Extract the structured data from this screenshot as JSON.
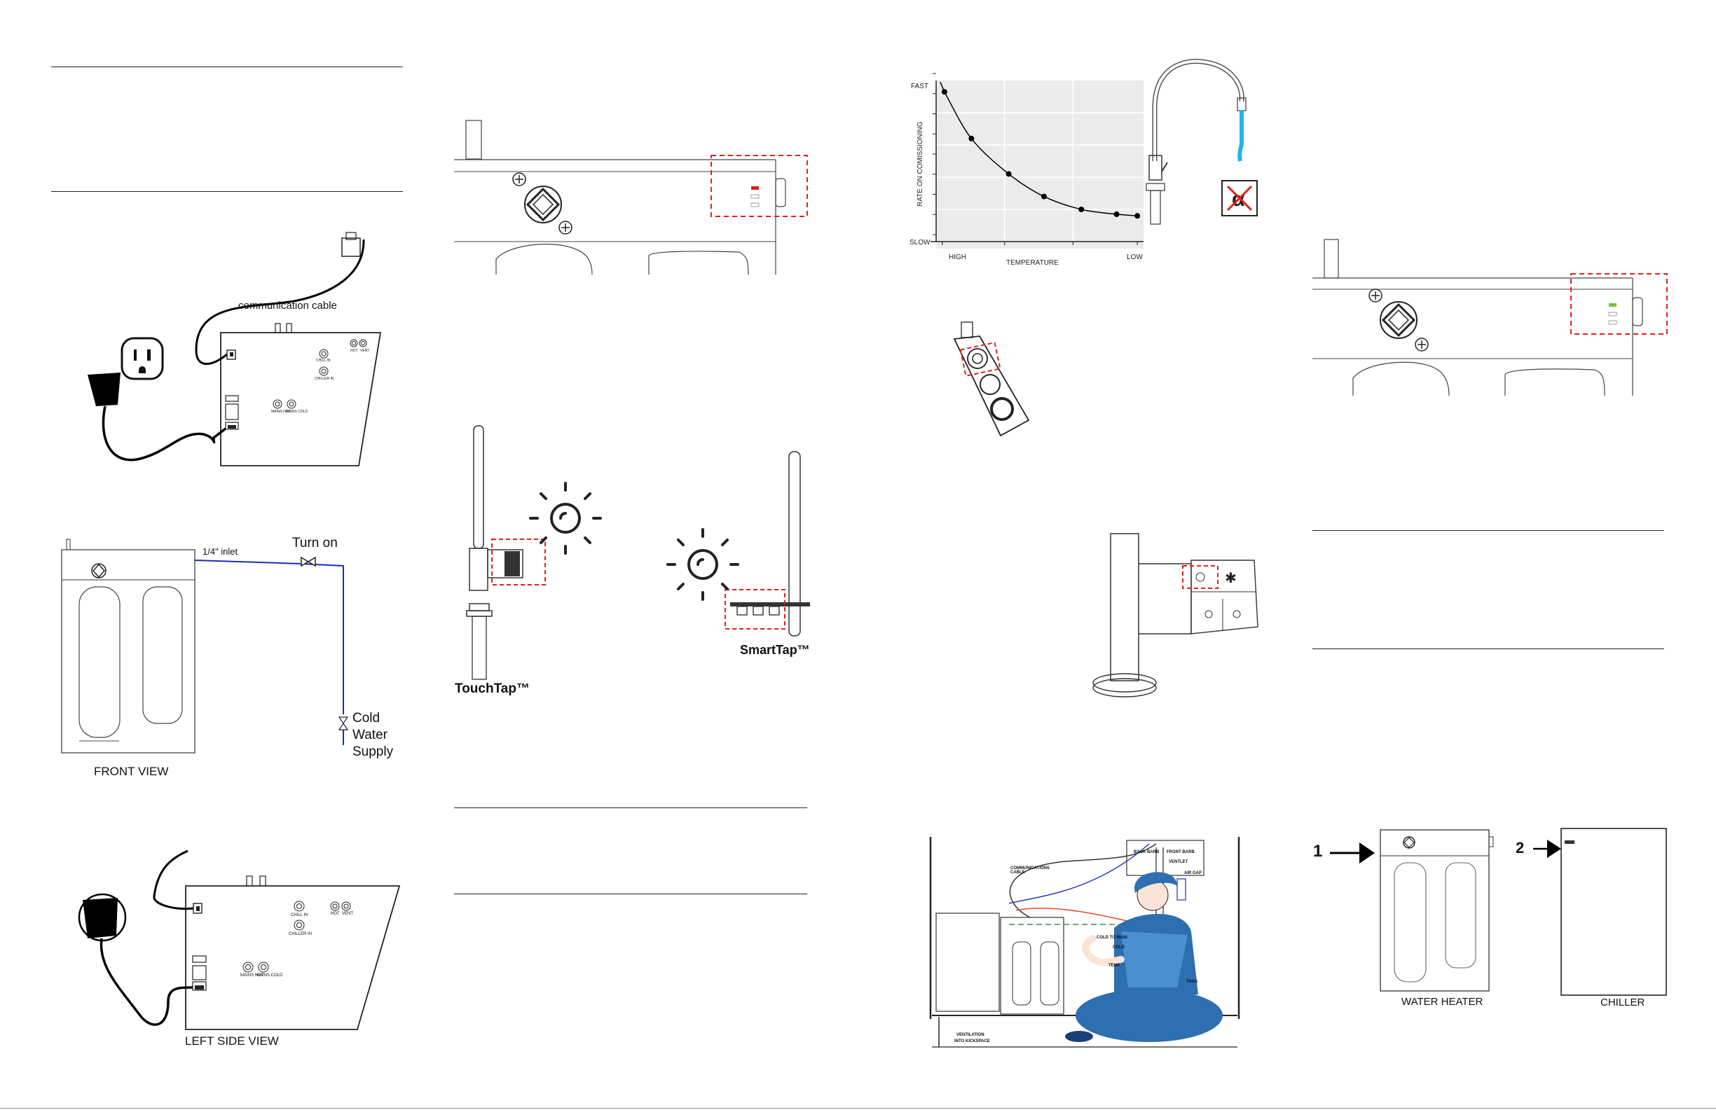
{
  "panel1": {
    "communication_cable_label": "communication cable",
    "heater_ports": [
      "CHILL IN",
      "HOT",
      "VENT",
      "CHILLER IN",
      "MAINS HOT",
      "MAINS COLD"
    ]
  },
  "panel2": {
    "inlet_label": "1/4\" inlet",
    "turn_on_label": "Turn on",
    "cold_water_label_1": "Cold",
    "cold_water_label_2": "Water",
    "cold_water_label_3": "Supply",
    "front_view_label": "FRONT VIEW"
  },
  "panel3": {
    "left_side_view_label": "LEFT SIDE VIEW",
    "heater_ports": [
      "CHILL IN",
      "HOT",
      "VENT",
      "CHILLER IN",
      "MAINS HOT",
      "MAINS COLD"
    ]
  },
  "taps": {
    "touchtap_label": "TouchTap™",
    "smarttap_label": "SmartTap™"
  },
  "chart_data": {
    "type": "line",
    "title": "",
    "xlabel": "TEMPERATURE",
    "ylabel": "RATE ON COMISSIONING",
    "x_tick_labels": [
      "HIGH",
      "LOW"
    ],
    "y_tick_labels": [
      "FAST",
      "SLOW"
    ],
    "grid": true,
    "legend": "none",
    "x": [
      0.04,
      0.17,
      0.35,
      0.52,
      0.7,
      0.87,
      0.97
    ],
    "series": [
      {
        "values": [
          0.93,
          0.64,
          0.42,
          0.28,
          0.2,
          0.17,
          0.16
        ]
      }
    ],
    "xlim": [
      0,
      1
    ],
    "ylim": [
      0,
      1
    ],
    "line_color": "#000000"
  },
  "install": {
    "communications_label": "COMMUNICATIONS CABLE",
    "back_barb_label": "BACK BARB",
    "front_barb_label": "FRONT BARB",
    "ventlet_label": "VENTLET",
    "air_gap_label": "AIR GAP",
    "cold_to_main_label": "COLD TO MAIN",
    "cold_label": "COLD",
    "temp_label": "TEMP",
    "tags_label": "TAGS",
    "ventilation_label_1": "VENTILATION",
    "ventilation_label_2": "INTO KICKSPACE"
  },
  "final": {
    "arrow1_label": "1",
    "arrow2_label": "2",
    "water_heater_label": "WATER HEATER",
    "chiller_label": "CHILLER"
  },
  "colors": {
    "highlight_red": "#e02020",
    "supply_blue": "#1a2fb0",
    "water_cyan": "#22b5e8",
    "person_blue": "#2d6fb0",
    "led_green": "#79c043"
  }
}
